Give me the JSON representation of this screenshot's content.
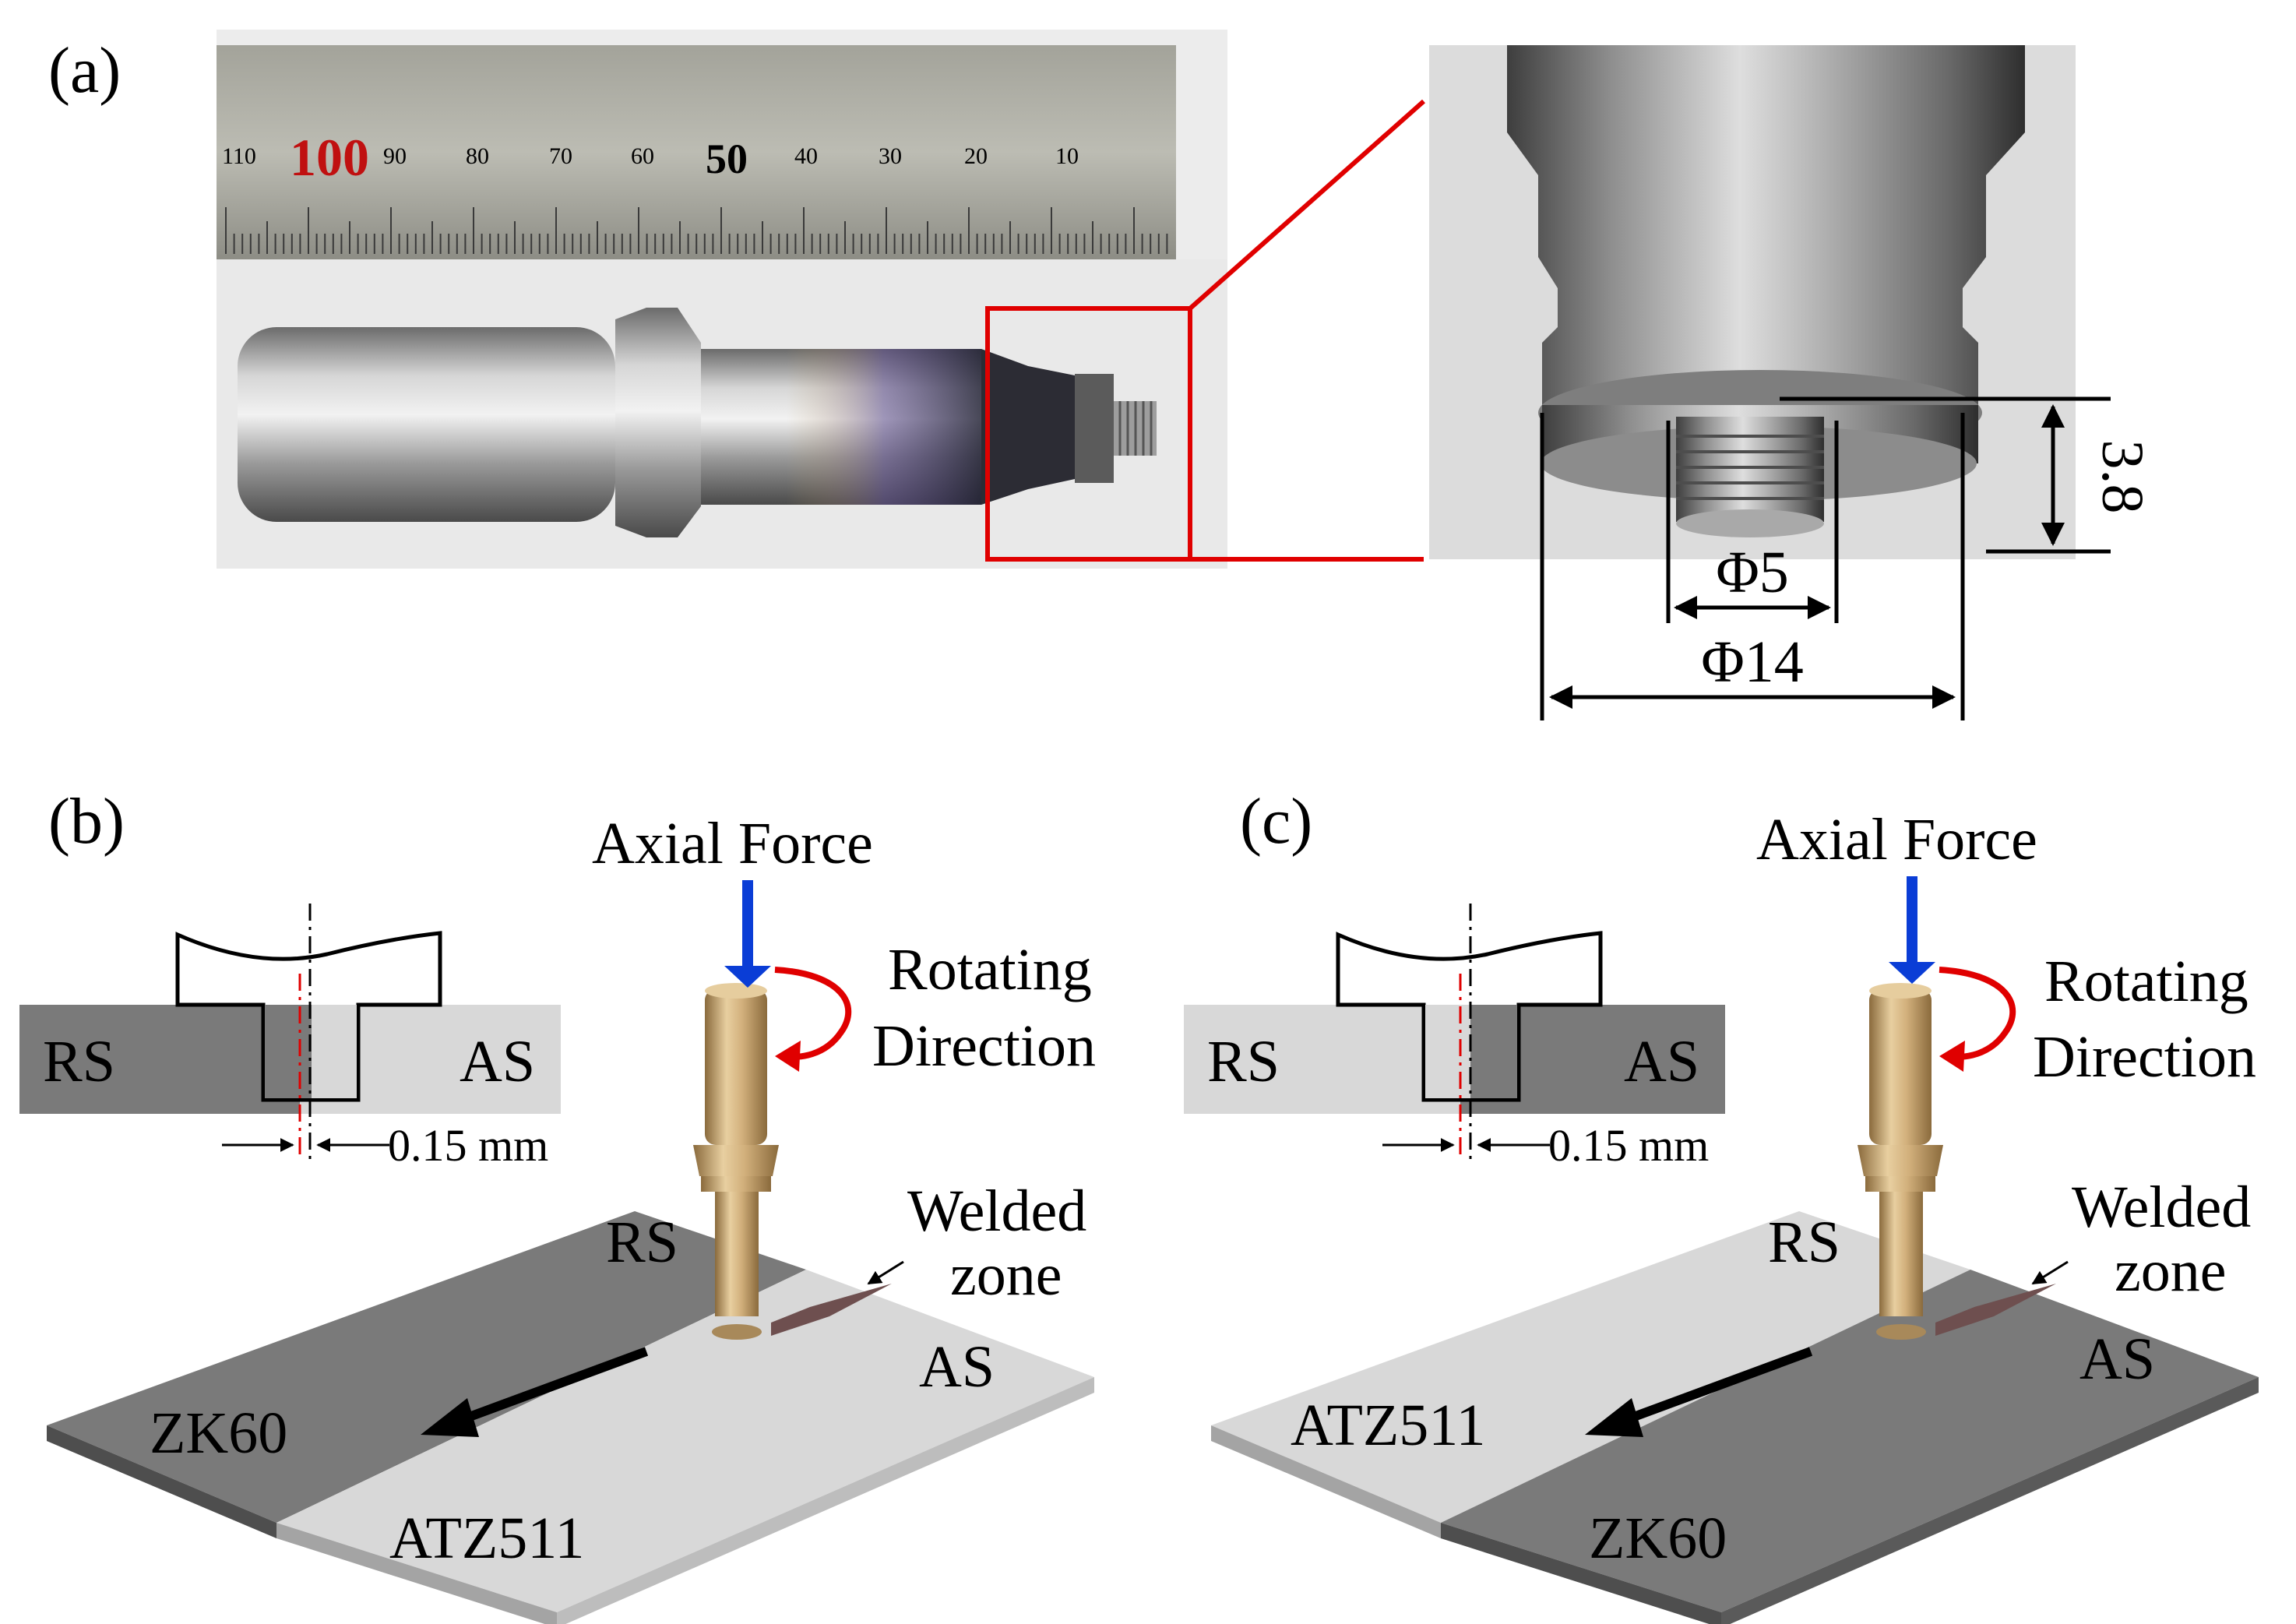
{
  "panels": {
    "a": {
      "label": "(a)",
      "ruler_ticks": [
        "110",
        "100",
        "90",
        "80",
        "70",
        "60",
        "50",
        "40",
        "30",
        "20",
        "10"
      ],
      "dimensions": {
        "pin_length": "3.8",
        "pin_diameter": "Φ5",
        "shoulder_diameter": "Φ14"
      }
    },
    "b": {
      "label": "(b)",
      "axial_force": "Axial Force",
      "rotating_line1": "Rotating",
      "rotating_line2": "Direction",
      "welded_line1": "Welded",
      "welded_line2": "zone",
      "schematic_left": "RS",
      "schematic_right": "AS",
      "offset": "0.15 mm",
      "plate_rs": "RS",
      "plate_as": "AS",
      "material_rs": "ZK60",
      "material_as": "ATZ511"
    },
    "c": {
      "label": "(c)",
      "axial_force": "Axial Force",
      "rotating_line1": "Rotating",
      "rotating_line2": "Direction",
      "welded_line1": "Welded",
      "welded_line2": "zone",
      "schematic_left": "RS",
      "schematic_right": "AS",
      "offset": "0.15 mm",
      "plate_rs": "RS",
      "plate_as": "AS",
      "material_rs": "ATZ511",
      "material_as": "ZK60"
    }
  },
  "colors": {
    "zk60": "#7a7a7a",
    "atz511": "#d8d8d8",
    "tool": "#c8a878",
    "highlight": "#e00000",
    "force_arrow": "#0a3dd6",
    "weld": "#6e4f4f"
  }
}
